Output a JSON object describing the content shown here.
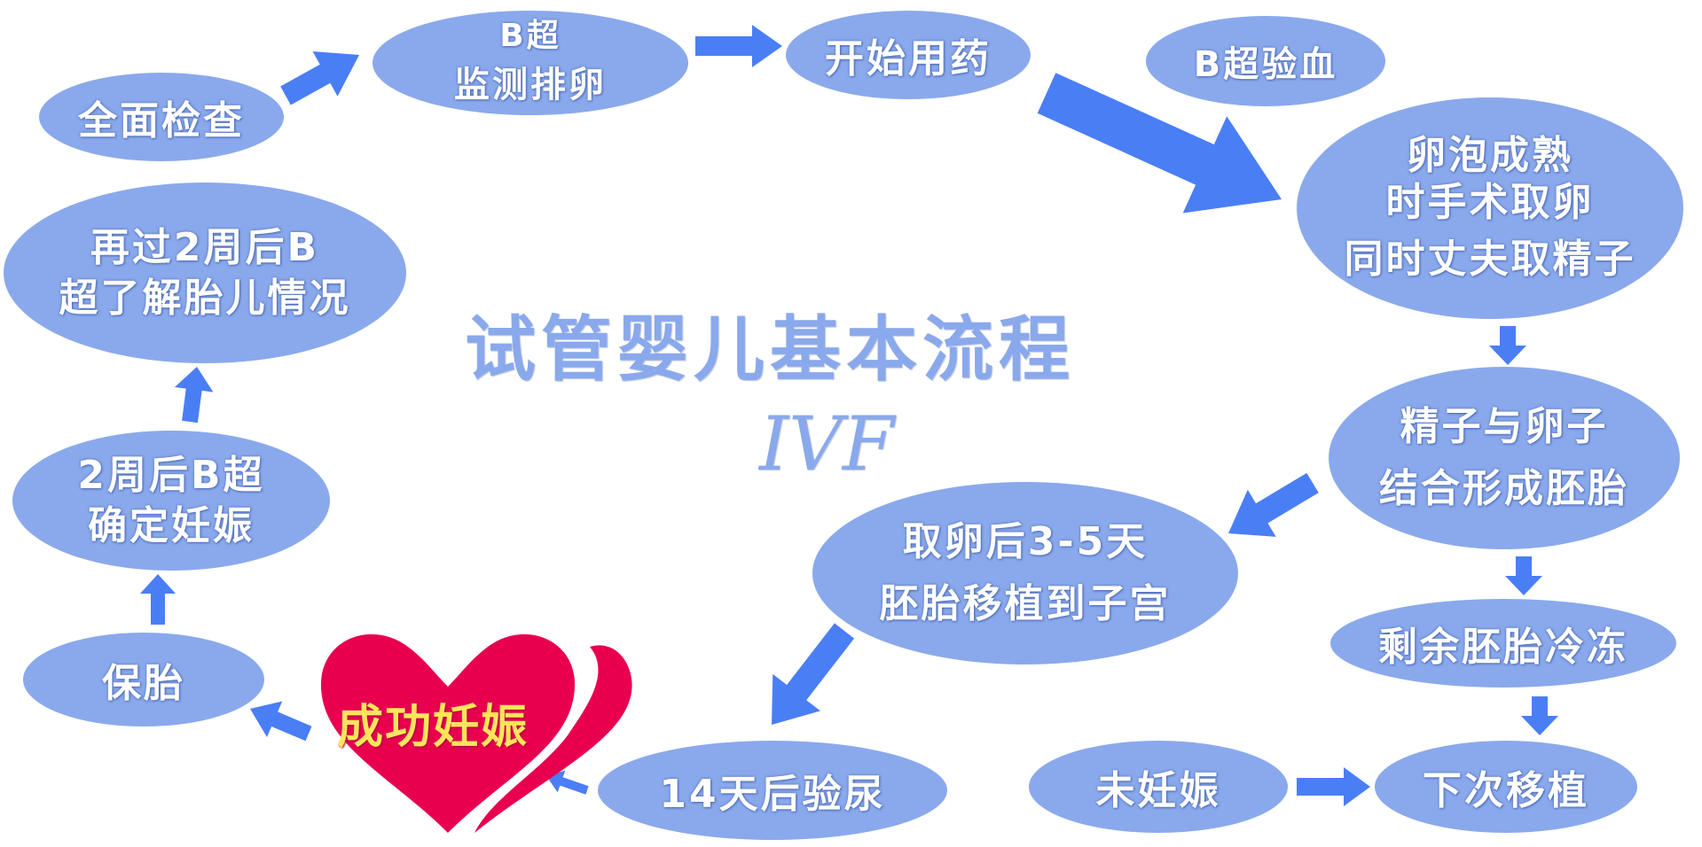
{
  "title": "试管婴儿基本流程",
  "subtitle": "IVF",
  "colors": {
    "node_fill": "#8aa9ec",
    "arrow_fill": "#4a7ef5",
    "heart_fill": "#e8004f",
    "heart_text": "#ffe45c",
    "title_text": "#8aa9ec"
  },
  "nodes": {
    "full_exam": {
      "lines": [
        "全面检查"
      ]
    },
    "monitor_ovulation": {
      "lines": [
        "B超",
        "监测排卵"
      ]
    },
    "start_medication": {
      "lines": [
        "开始用药"
      ]
    },
    "ultrasound_blood": {
      "lines": [
        "B超验血"
      ]
    },
    "egg_retrieval": {
      "lines": [
        "卵泡成熟",
        "时手术取卵",
        "同时丈夫取精子"
      ]
    },
    "fertilization": {
      "lines": [
        "精子与卵子",
        "结合形成胚胎"
      ]
    },
    "freeze_embryos": {
      "lines": [
        "剩余胚胎冷冻"
      ]
    },
    "next_transfer": {
      "lines": [
        "下次移植"
      ]
    },
    "not_pregnant": {
      "lines": [
        "未妊娠"
      ]
    },
    "embryo_transfer": {
      "lines": [
        "取卵后3-5天",
        "胚胎移植到子宫"
      ]
    },
    "urine_test": {
      "lines": [
        "14天后验尿"
      ]
    },
    "success": {
      "lines": [
        "成功妊娠"
      ]
    },
    "keep_pregnancy": {
      "lines": [
        "保胎"
      ]
    },
    "confirm_pregnancy": {
      "lines": [
        "2周后B超",
        "确定妊娠"
      ]
    },
    "fetal_check": {
      "lines": [
        "再过2周后B",
        "超了解胎儿情况"
      ]
    }
  }
}
